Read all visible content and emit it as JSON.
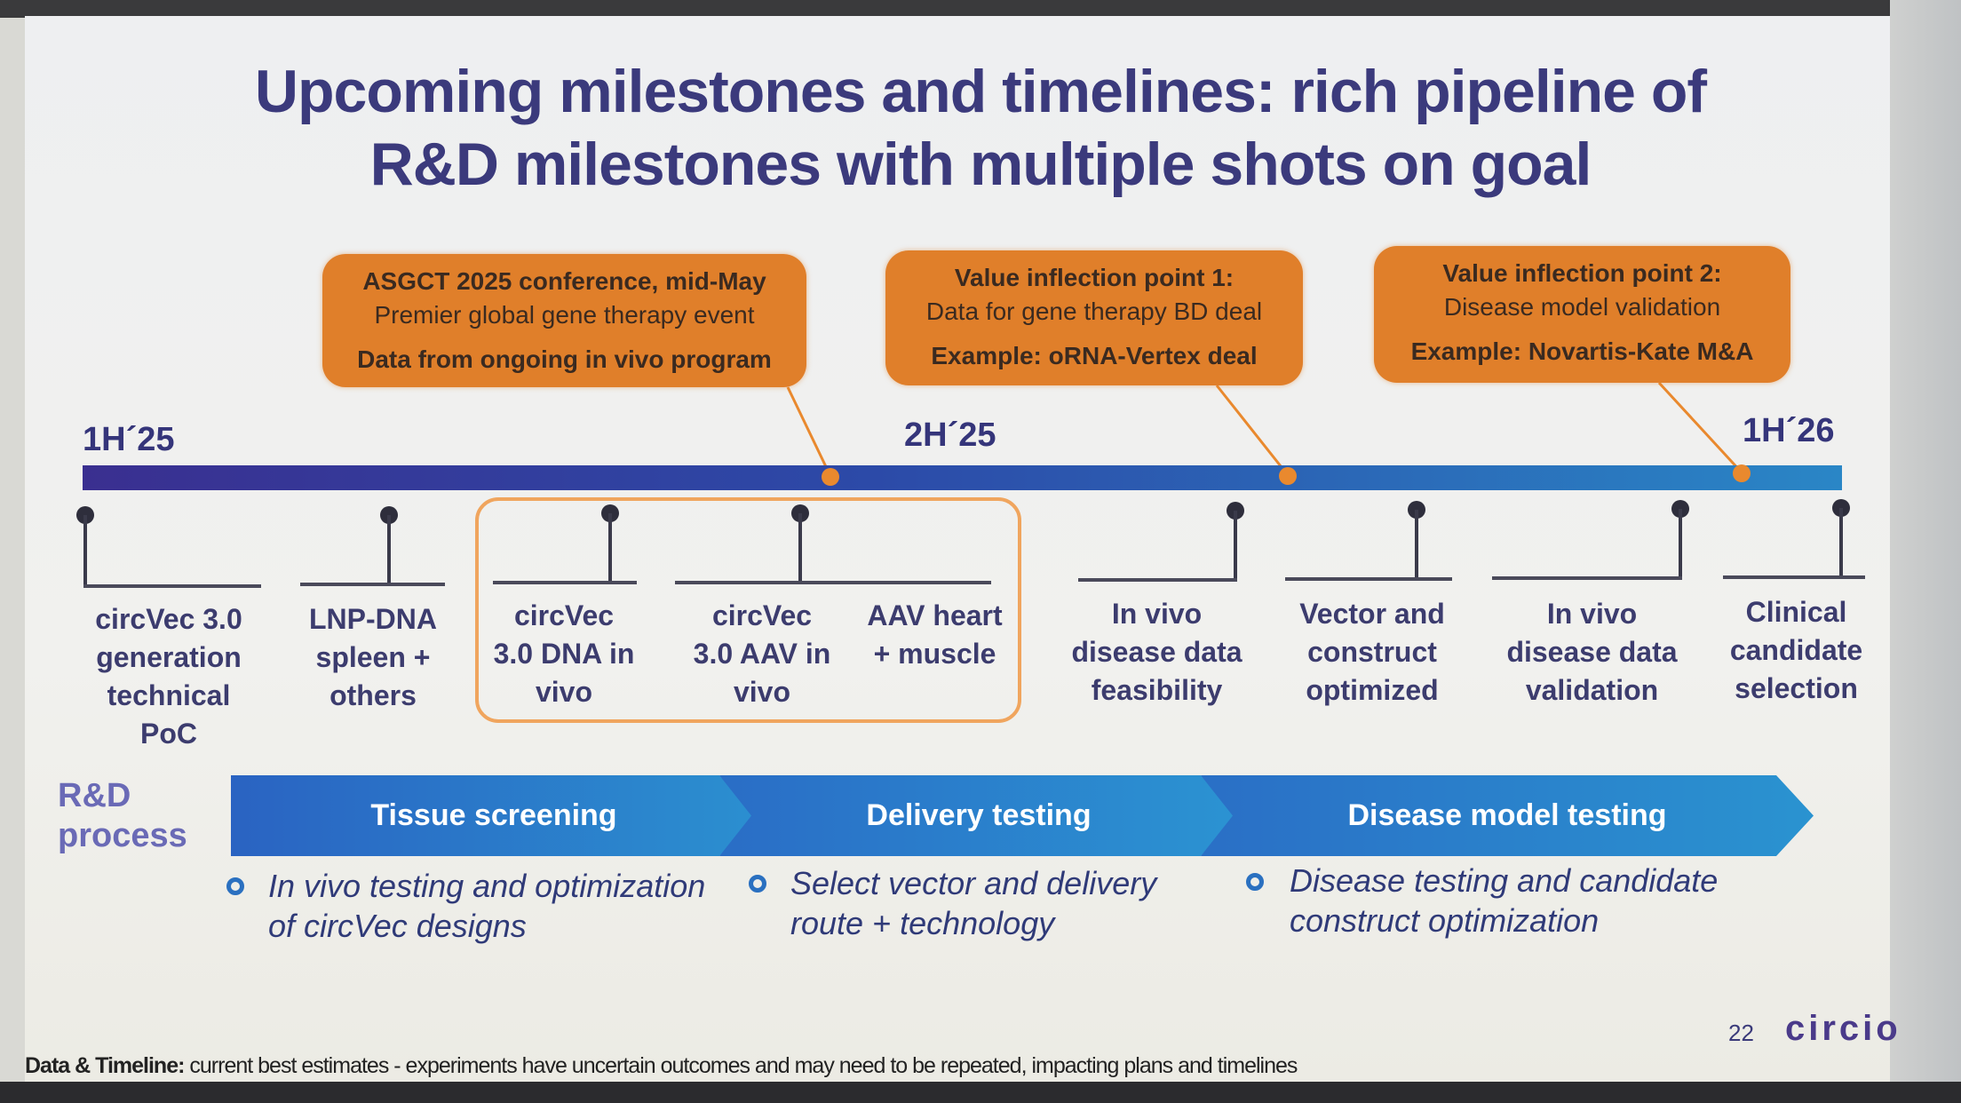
{
  "title": {
    "line1": "Upcoming milestones and timelines: rich pipeline of",
    "line2": "R&D milestones with multiple shots on goal"
  },
  "callouts": [
    {
      "l1": "ASGCT 2025 conference, mid-May",
      "l2": "Premier global gene therapy event",
      "l3": "Data from ongoing in vivo program"
    },
    {
      "l1": "Value inflection point 1:",
      "l2": "Data for gene therapy BD deal",
      "l3": "Example: oRNA-Vertex deal"
    },
    {
      "l1": "Value inflection point 2:",
      "l2": "Disease model validation",
      "l3": "Example: Novartis-Kate M&A"
    }
  ],
  "periods": [
    "1H´25",
    "2H´25",
    "1H´26"
  ],
  "milestones": [
    "circVec 3.0 generation technical PoC",
    "LNP-DNA spleen + others",
    "circVec 3.0 DNA in vivo",
    "circVec 3.0 AAV in vivo",
    "AAV heart + muscle",
    "In vivo disease data feasibility",
    "Vector and construct optimized",
    "In vivo disease data validation",
    "Clinical candidate selection"
  ],
  "process": {
    "label": "R&D process",
    "stages": [
      "Tissue screening",
      "Delivery testing",
      "Disease model testing"
    ],
    "bullets": [
      "In vivo testing and optimization of circVec designs",
      "Select vector and delivery route + technology",
      "Disease testing and candidate construct optimization"
    ]
  },
  "footer": {
    "bold": "Data & Timeline:",
    "text": " current best estimates - experiments have uncertain outcomes and may need to be repeated, impacting plans and timelines",
    "page": "22",
    "logo": "circio"
  },
  "colors": {
    "orange": "#e07f2a",
    "navy": "#3b3a7c",
    "blue": "#2a86c6"
  }
}
